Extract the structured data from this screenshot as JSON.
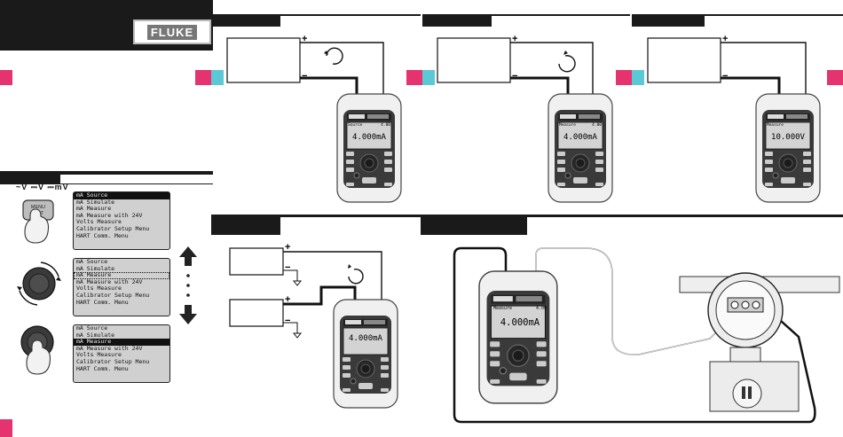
{
  "brand": {
    "name": "FLUKE",
    "mark": "®"
  },
  "voltage_symbols": [
    "~V",
    "⎓V",
    "⎓mV"
  ],
  "menus": [
    {
      "items": [
        "mA Source",
        "mA Simulate",
        "mA Measure",
        "mA Measure with 24V",
        "Volts Measure",
        "Calibrator Setup Menu",
        "HART Comm. Menu"
      ],
      "selected": 0,
      "dotted": -1
    },
    {
      "items": [
        "mA Source",
        "mA Simulate",
        "mA Measure",
        "mA Measure with 24V",
        "Volts Measure",
        "Calibrator Setup Menu",
        "HART Comm. Menu"
      ],
      "selected": -1,
      "dotted": 2
    },
    {
      "items": [
        "mA Source",
        "mA Simulate",
        "mA Measure",
        "mA Measure with 24V",
        "Volts Measure",
        "Calibrator Setup Menu",
        "HART Comm. Menu"
      ],
      "selected": 2,
      "dotted": -1
    }
  ],
  "menu_button": {
    "line1": "MENU",
    "line2": "EXIT"
  },
  "devices": {
    "d1": {
      "mode": "Source",
      "range": "4.00",
      "value": "4.000mA"
    },
    "d2": {
      "mode": "Measure",
      "range": "4.00",
      "value": "4.000mA"
    },
    "d3": {
      "mode": "Measure",
      "range": "",
      "value": "10.000V"
    },
    "d4": {
      "mode": "",
      "range": "",
      "value": "4.000mA"
    },
    "d5": {
      "mode": "Measure",
      "range": "4.00",
      "value": "4.000mA"
    }
  },
  "polarity": {
    "plus": "+",
    "minus": "−"
  },
  "colors": {
    "pink": "#e5336f",
    "cyan": "#5bc8d5",
    "dark": "#1a1a1a"
  }
}
